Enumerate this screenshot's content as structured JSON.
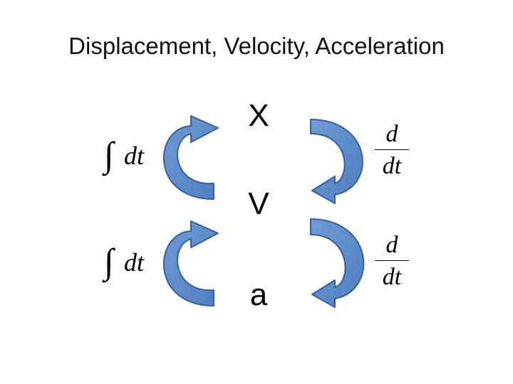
{
  "slide": {
    "title": "Displacement, Velocity, Acceleration"
  },
  "variables": {
    "x": "X",
    "v": "V",
    "a": "a"
  },
  "operators": {
    "integral_sign": "∫",
    "integral_dt": "dt",
    "deriv_numerator": "d",
    "deriv_denominator": "dt"
  },
  "colors": {
    "arrow_fill": "#4F7FC0",
    "arrow_stroke": "#35609A",
    "text": "#000000"
  },
  "icons": {
    "left_arrows": "curved-up-arrow-icon",
    "right_arrows": "curved-down-arrow-icon"
  }
}
